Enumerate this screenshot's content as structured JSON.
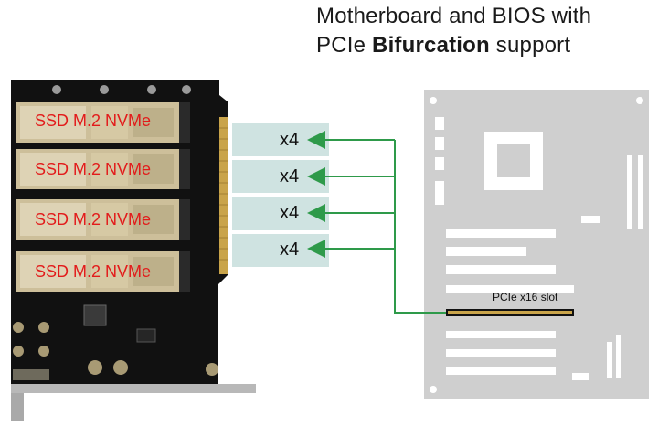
{
  "title": {
    "line1": "Motherboard and BIOS  with",
    "line2_prefix": "PCIe ",
    "line2_bold": "Bifurcation",
    "line2_suffix": " support"
  },
  "ssd_slots": [
    {
      "label": "SSD M.2 NVMe"
    },
    {
      "label": "SSD M.2 NVMe"
    },
    {
      "label": "SSD M.2 NVMe"
    },
    {
      "label": "SSD M.2 NVMe"
    }
  ],
  "lanes": [
    {
      "label": "x4"
    },
    {
      "label": "x4"
    },
    {
      "label": "x4"
    },
    {
      "label": "x4"
    }
  ],
  "slot": {
    "label": "PCIe x16 slot"
  },
  "colors": {
    "arrow": "#2e9a4a",
    "lane_band": "#cfe3e1",
    "pcb": "#101010",
    "ssd_label": "#e21b1b",
    "motherboard": "#cfcfcf",
    "gold_contacts": "#c9a44a"
  }
}
